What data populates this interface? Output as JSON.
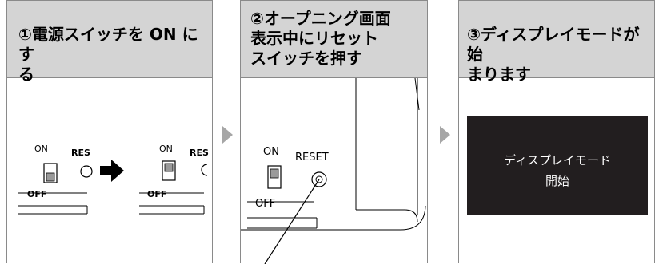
{
  "steps": [
    {
      "title": "①電源スイッチを ON にす\nる"
    },
    {
      "title": "②オープニング画面\n表示中にリセット\nスイッチを押す"
    },
    {
      "title": "③ディスプレイモードが始\nまります"
    }
  ],
  "switch_labels": {
    "on": "ON",
    "off": "OFF",
    "reset_cut": "RES",
    "reset": "RESET"
  },
  "screen": {
    "line1": "ディスプレイモード",
    "line2": "開始"
  },
  "colors": {
    "header": "#d4d4d4",
    "border": "#8a8a8a",
    "arrow": "#a6a6a6",
    "screen": "#221e1f"
  }
}
